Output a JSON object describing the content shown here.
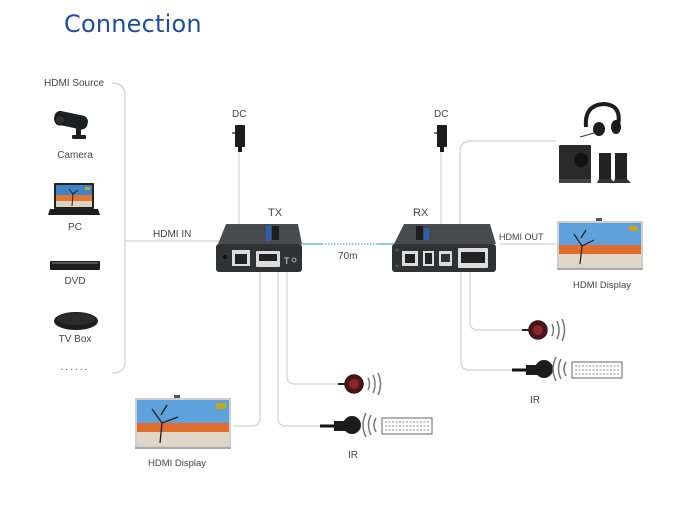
{
  "title": "Connection",
  "source_group": {
    "label": "HDMI Source",
    "items": [
      {
        "label": "Camera",
        "icon": "camera-icon"
      },
      {
        "label": "PC",
        "icon": "laptop-icon"
      },
      {
        "label": "DVD",
        "icon": "dvd-player-icon"
      },
      {
        "label": "TV Box",
        "icon": "tv-box-icon"
      },
      {
        "label": "......",
        "icon": "more-icon"
      }
    ]
  },
  "tx": {
    "label": "TX",
    "dc_label": "DC",
    "hdmi_in_label": "HDMI IN",
    "local_display_label": "HDMI Display",
    "ir_label": "IR"
  },
  "link": {
    "distance_label": "70m",
    "color": "#5bc0d8"
  },
  "rx": {
    "label": "RX",
    "dc_label": "DC",
    "hdmi_out_label": "HDMI OUT",
    "display_label": "HDMI Display",
    "ir_label": "IR",
    "audio_icons": [
      "headphones-icon",
      "speakers-icon"
    ]
  },
  "colors": {
    "title": "#1f4e9c",
    "wire": "#c8c8c8",
    "device_body": "#3a3d40",
    "ir_emitter": "#5a0d14"
  }
}
